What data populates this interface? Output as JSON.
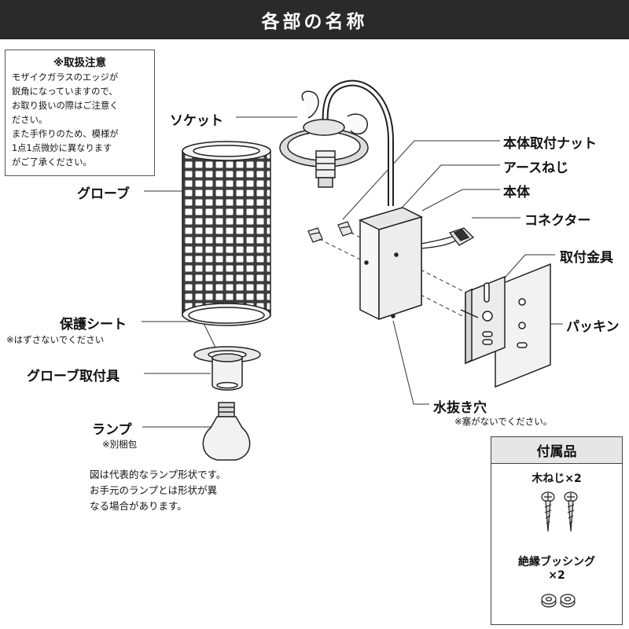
{
  "title": "各部の名称",
  "caution": {
    "head": "※取扱注意",
    "lines": [
      "モザイクガラスのエッジが",
      "鋭角になっていますので、",
      "お取り扱いの際はご注意く",
      "ださい。",
      "また手作りのため、模様が",
      "1点1点微妙に異なります",
      "がご了承ください。"
    ]
  },
  "labels": {
    "socket": "ソケット",
    "globe": "グローブ",
    "protect_sheet": "保護シート",
    "protect_note": "※はずさないでください",
    "globe_holder": "グローブ取付具",
    "lamp": "ランプ",
    "lamp_sub": "※別梱包",
    "body_nut": "本体取付ナット",
    "earth_screw": "アースねじ",
    "body": "本体",
    "connector": "コネクター",
    "bracket": "取付金具",
    "packing": "パッキン",
    "drain_hole": "水抜き穴",
    "drain_note": "※塞がないでください。"
  },
  "lamp_note": [
    "図は代表的なランプ形状です。",
    "お手元のランプとは形状が異",
    "なる場合があります。"
  ],
  "accessories": {
    "head": "付属品",
    "wood_screw": "木ねじ×2",
    "bushing_line1": "絶縁ブッシング",
    "bushing_line2": "×2"
  }
}
